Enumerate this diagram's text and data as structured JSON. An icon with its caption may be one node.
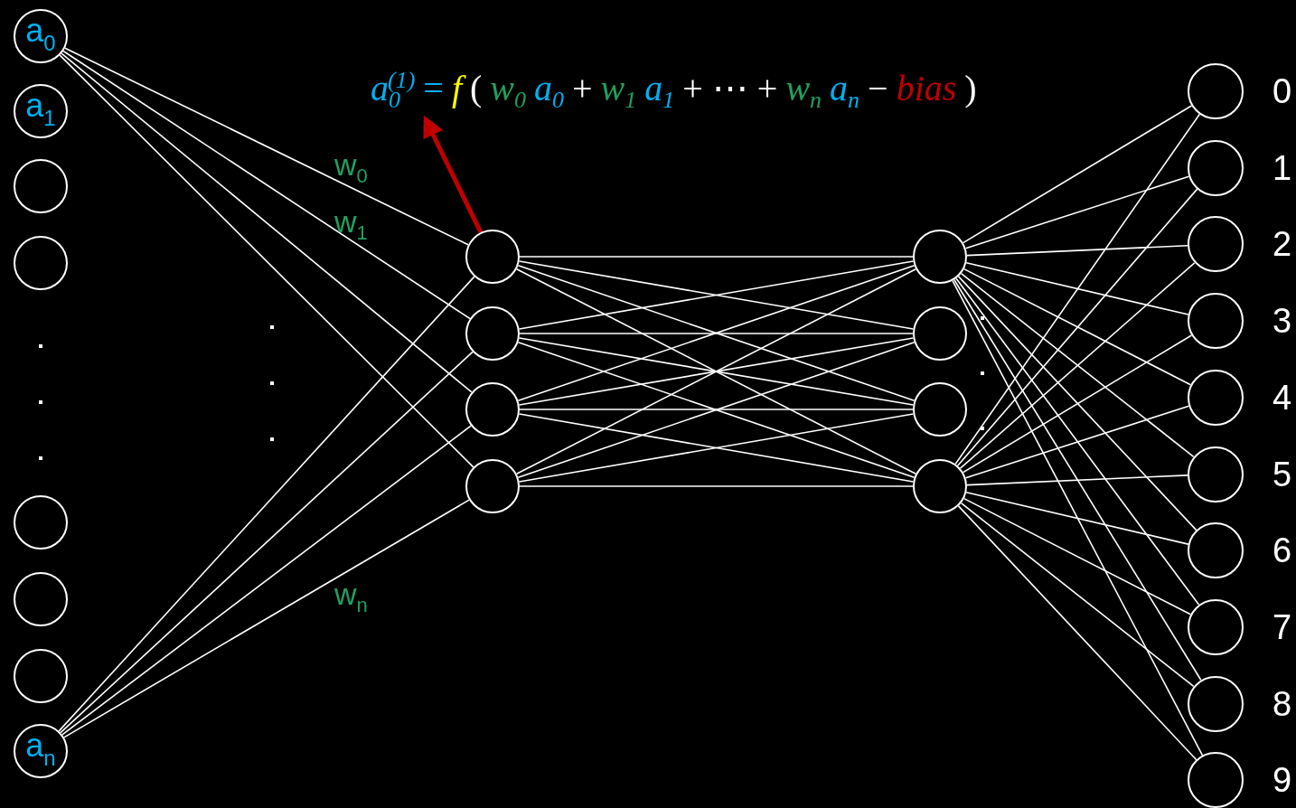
{
  "diagram": {
    "nodes": [
      {
        "text": [
          "a$_{0}$"
        ]
      },
      {
        "text": [
          "a$_{1}$"
        ]
      },
      {
        "text": [],
        "shape": "circle"
      },
      {
        "text": [],
        "shape": "circle"
      },
      {
        "text": [],
        "shape": "circle"
      },
      {
        "text": [],
        "shape": "circle"
      },
      {
        "text": [],
        "shape": "circle"
      },
      {
        "text": [
          "a$_{n}$"
        ]
      },
      {
        "text": [
          "a$_{0}$$^{(1)}$",
          "=",
          "f",
          "(",
          "w$_{0}$",
          "a$_{0}$",
          "+",
          "w$_{1}$",
          "a$_{1}$",
          "+ ⋯ +",
          "w$_{n}$",
          "a$_{n}$",
          "−",
          "bias",
          ")"
        ]
      },
      {
        "text": [],
        "shape": "circle"
      },
      {
        "text": [],
        "shape": "circle"
      },
      {
        "text": [],
        "shape": "circle"
      },
      {
        "text": [],
        "shape": "circle"
      },
      {
        "text": [],
        "shape": "circle"
      },
      {
        "text": [],
        "shape": "circle"
      },
      {
        "text": [],
        "shape": "circle"
      },
      {
        "text": [],
        "shape": "circle"
      },
      {
        "text": [],
        "shape": "circle",
        "beside": [
          "0"
        ]
      },
      {
        "text": [],
        "shape": "circle",
        "beside": [
          "1"
        ]
      },
      {
        "text": [],
        "shape": "circle",
        "beside": [
          "2"
        ]
      },
      {
        "text": [],
        "shape": "circle",
        "beside": [
          "3"
        ]
      },
      {
        "text": [],
        "shape": "circle",
        "beside": [
          "4"
        ]
      },
      {
        "text": [],
        "shape": "circle",
        "beside": [
          "5"
        ]
      },
      {
        "text": [],
        "shape": "circle",
        "beside": [
          "6"
        ]
      },
      {
        "text": [],
        "shape": "circle",
        "beside": [
          "7"
        ]
      },
      {
        "text": [],
        "shape": "circle",
        "beside": [
          "8"
        ]
      },
      {
        "text": [],
        "shape": "circle",
        "beside": [
          "9"
        ]
      }
    ],
    "edges": [
      {
        "from": 0,
        "to": 9,
        "arrow": "none",
        "label": "w$_{0}$"
      },
      {
        "from": 0,
        "to": 10,
        "arrow": "none",
        "label": "w$_{1}$"
      },
      {
        "from": 0,
        "to": 11,
        "arrow": "none"
      },
      {
        "from": 0,
        "to": 12,
        "arrow": "none"
      },
      {
        "from": 7,
        "to": 9,
        "arrow": "none"
      },
      {
        "from": 7,
        "to": 10,
        "arrow": "none"
      },
      {
        "from": 7,
        "to": 11,
        "arrow": "none"
      },
      {
        "from": 7,
        "to": 12,
        "arrow": "none",
        "label": "w$_{n}$"
      },
      {
        "from": 9,
        "to": 13,
        "arrow": "none"
      },
      {
        "from": 9,
        "to": 14,
        "arrow": "none"
      },
      {
        "from": 9,
        "to": 15,
        "arrow": "none"
      },
      {
        "from": 9,
        "to": 16,
        "arrow": "none"
      },
      {
        "from": 10,
        "to": 13,
        "arrow": "none"
      },
      {
        "from": 10,
        "to": 14,
        "arrow": "none"
      },
      {
        "from": 10,
        "to": 15,
        "arrow": "none"
      },
      {
        "from": 10,
        "to": 16,
        "arrow": "none"
      },
      {
        "from": 11,
        "to": 13,
        "arrow": "none"
      },
      {
        "from": 11,
        "to": 14,
        "arrow": "none"
      },
      {
        "from": 11,
        "to": 15,
        "arrow": "none"
      },
      {
        "from": 11,
        "to": 16,
        "arrow": "none"
      },
      {
        "from": 12,
        "to": 13,
        "arrow": "none"
      },
      {
        "from": 12,
        "to": 14,
        "arrow": "none"
      },
      {
        "from": 12,
        "to": 15,
        "arrow": "none"
      },
      {
        "from": 12,
        "to": 16,
        "arrow": "none"
      },
      {
        "from": 13,
        "to": 17,
        "arrow": "none"
      },
      {
        "from": 13,
        "to": 18,
        "arrow": "none"
      },
      {
        "from": 13,
        "to": 19,
        "arrow": "none"
      },
      {
        "from": 13,
        "to": 20,
        "arrow": "none"
      },
      {
        "from": 13,
        "to": 21,
        "arrow": "none"
      },
      {
        "from": 13,
        "to": 22,
        "arrow": "none"
      },
      {
        "from": 13,
        "to": 23,
        "arrow": "none"
      },
      {
        "from": 13,
        "to": 24,
        "arrow": "none"
      },
      {
        "from": 13,
        "to": 25,
        "arrow": "none"
      },
      {
        "from": 13,
        "to": 26,
        "arrow": "none"
      },
      {
        "from": 16,
        "to": 17,
        "arrow": "none"
      },
      {
        "from": 16,
        "to": 18,
        "arrow": "none"
      },
      {
        "from": 16,
        "to": 19,
        "arrow": "none"
      },
      {
        "from": 16,
        "to": 20,
        "arrow": "none"
      },
      {
        "from": 16,
        "to": 21,
        "arrow": "none"
      },
      {
        "from": 16,
        "to": 22,
        "arrow": "none"
      },
      {
        "from": 16,
        "to": 23,
        "arrow": "none"
      },
      {
        "from": 16,
        "to": 24,
        "arrow": "none"
      },
      {
        "from": 16,
        "to": 25,
        "arrow": "none"
      },
      {
        "from": 16,
        "to": 26,
        "arrow": "none"
      },
      {
        "from": 9,
        "to": 8,
        "arrow": "to",
        "style": "thick",
        "color": "#c00000"
      }
    ]
  }
}
